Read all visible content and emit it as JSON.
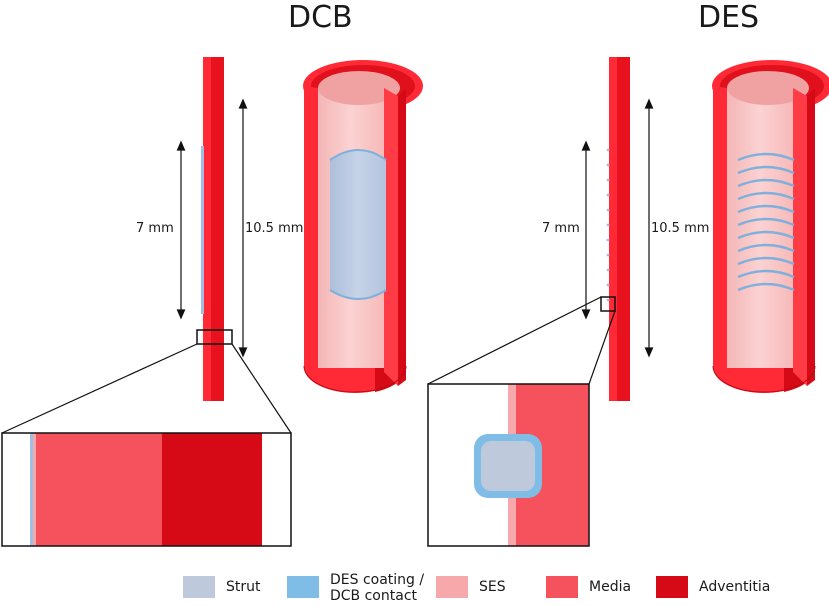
{
  "titles": {
    "left": "DCB",
    "right": "DES"
  },
  "dimensions": {
    "dcb_short": "7 mm",
    "dcb_long": "10.5 mm",
    "des_short": "7 mm",
    "des_long": "10.5 mm"
  },
  "legend": [
    {
      "label": "Strut",
      "color": "#bfc9dc"
    },
    {
      "label": "DES coating /",
      "label2": "DCB contact",
      "color": "#7fbde6"
    },
    {
      "label": "SES",
      "color": "#f7a8ab"
    },
    {
      "label": "Media",
      "color": "#f5525e"
    },
    {
      "label": "Adventitia",
      "color": "#d50a16"
    }
  ],
  "colors": {
    "media": "#f5525e",
    "adventitia": "#d50a16",
    "ses": "#f7a8ab",
    "coating": "#7fbde6",
    "strut": "#bfc9dc",
    "bright_red": "#ff2a35",
    "lumen_pink": "#f9c4c4"
  }
}
